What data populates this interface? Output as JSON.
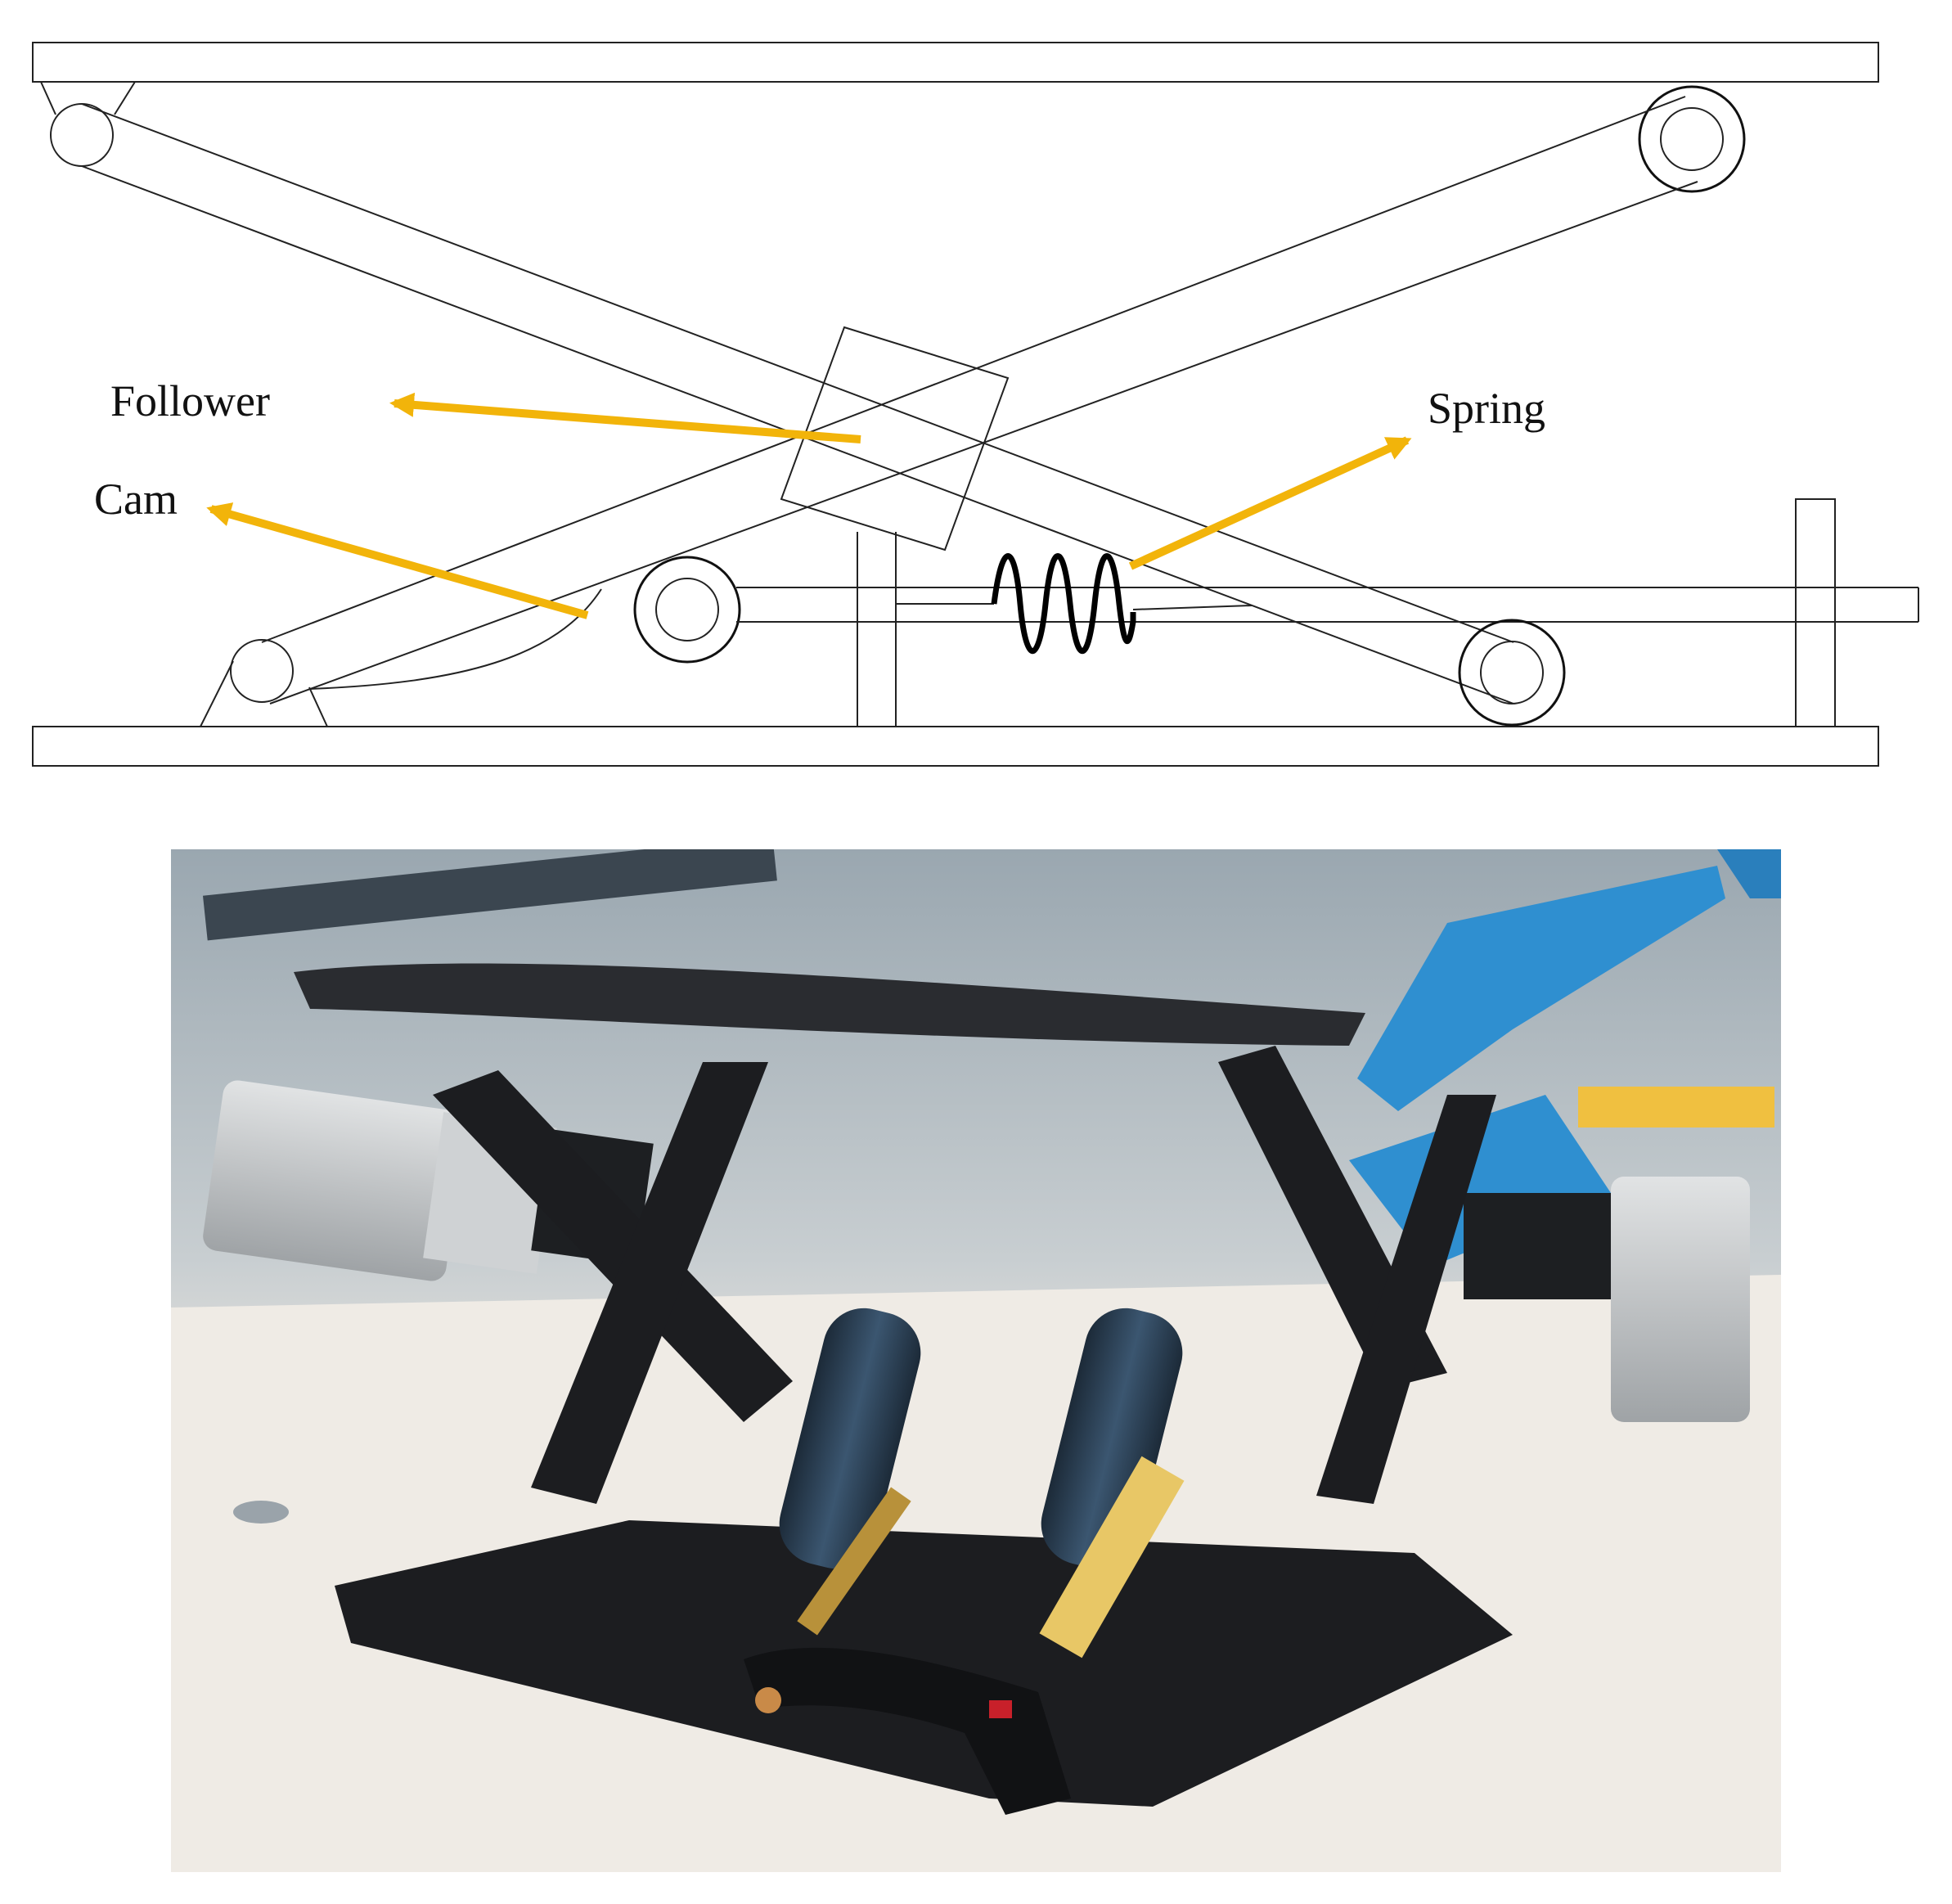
{
  "labels": {
    "follower": "Follower",
    "cam": "Cam",
    "spring": "Spring"
  },
  "colors": {
    "arrow": "#f2b40a",
    "line": "#222222",
    "mount_blue": "#2f8fd0",
    "frame_black": "#1c1d20",
    "motor_silver": "#c9cccf"
  },
  "photo": {
    "subject": "scissor-lift seat suspension mechanism with two motors"
  }
}
